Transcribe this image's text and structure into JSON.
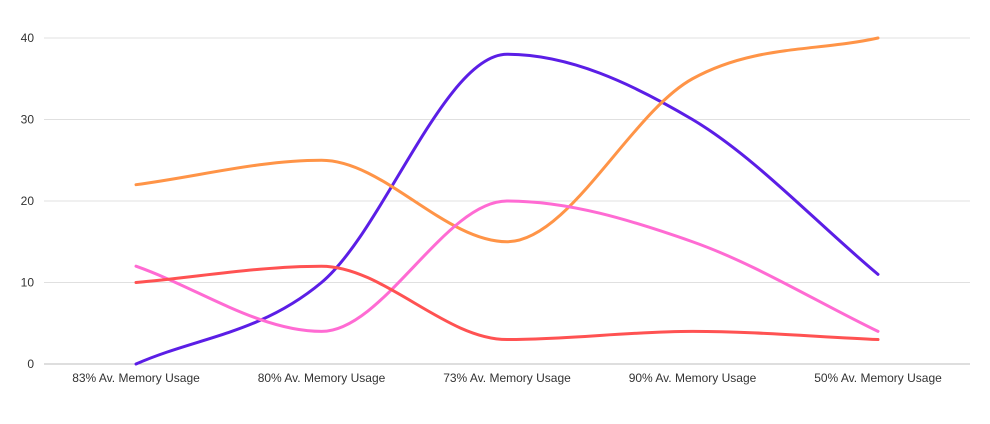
{
  "chart_data": {
    "type": "line",
    "title": "",
    "xlabel": "",
    "ylabel": "",
    "categories": [
      "83% Av. Memory Usage",
      "80% Av. Memory Usage",
      "73% Av. Memory Usage",
      "90% Av. Memory Usage",
      "50% Av. Memory Usage"
    ],
    "ylim": [
      0,
      40
    ],
    "yticks": [
      0,
      10,
      20,
      30,
      40
    ],
    "grid": true,
    "legend": "none",
    "smooth": true,
    "series": [
      {
        "color": "#5b1ee6",
        "values": [
          0,
          10,
          38,
          30,
          11
        ]
      },
      {
        "color": "#ff9447",
        "values": [
          22,
          25,
          15,
          35,
          40
        ]
      },
      {
        "color": "#ff6bd3",
        "values": [
          12,
          4,
          20,
          15,
          4
        ]
      },
      {
        "color": "#ff5252",
        "values": [
          10,
          12,
          3,
          4,
          3
        ]
      }
    ]
  }
}
